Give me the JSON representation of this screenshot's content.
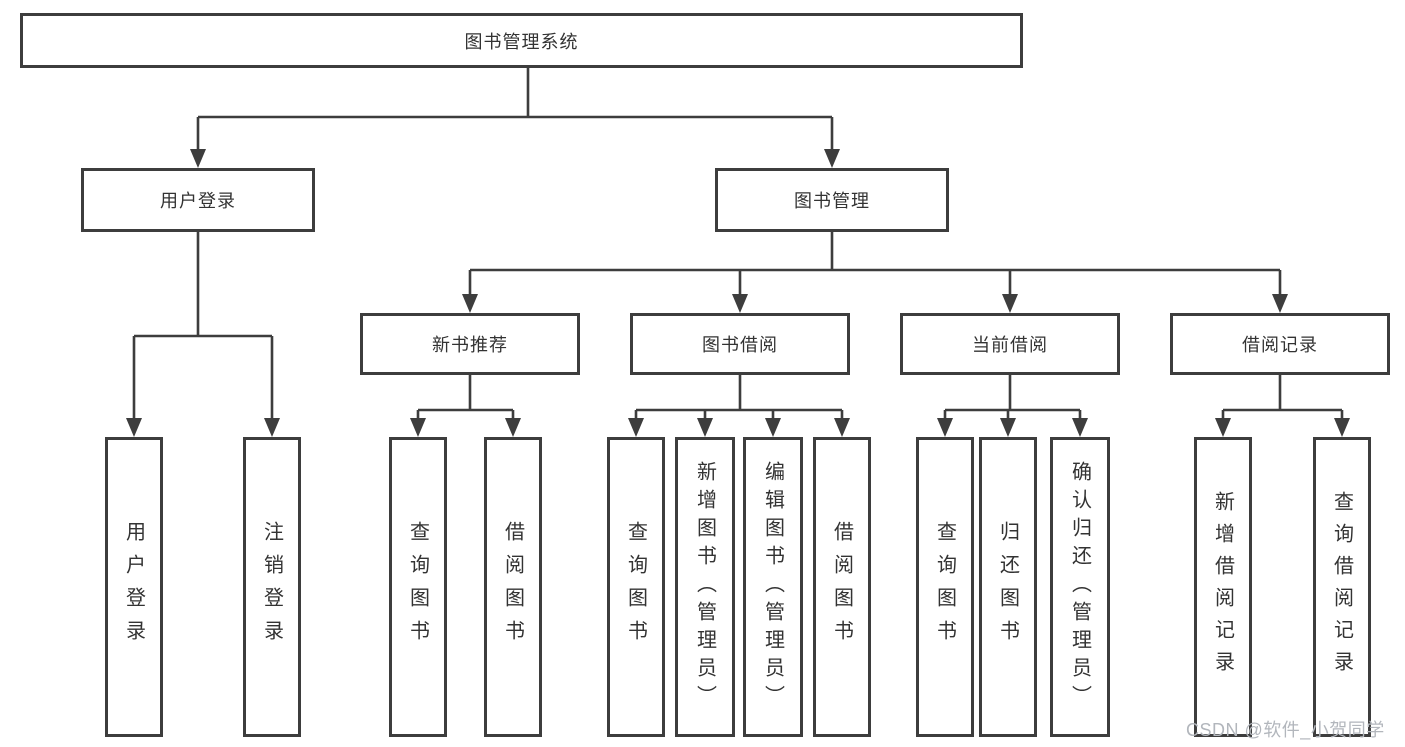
{
  "diagram": {
    "title_node": "图书管理系统",
    "user_login": {
      "label": "用户登录",
      "children": [
        {
          "label": "用户登录"
        },
        {
          "label": "注销登录"
        }
      ]
    },
    "book_mgmt": {
      "label": "图书管理",
      "groups": [
        {
          "label": "新书推荐",
          "children": [
            {
              "label": "查询图书"
            },
            {
              "label": "借阅图书"
            }
          ]
        },
        {
          "label": "图书借阅",
          "children": [
            {
              "label": "查询图书"
            },
            {
              "label": "新增图书（管理员）"
            },
            {
              "label": "编辑图书（管理员）"
            },
            {
              "label": "借阅图书"
            }
          ]
        },
        {
          "label": "当前借阅",
          "children": [
            {
              "label": "查询图书"
            },
            {
              "label": "归还图书"
            },
            {
              "label": "确认归还（管理员）"
            }
          ]
        },
        {
          "label": "借阅记录",
          "children": [
            {
              "label": "新增借阅记录"
            },
            {
              "label": "查询借阅记录"
            }
          ]
        }
      ]
    },
    "watermark": "CSDN @软件_小贺同学",
    "colors": {
      "line": "#3d3d3d",
      "border": "#3d3d3d",
      "text": "#333333",
      "background": "#ffffff",
      "watermark": "#b2b6bc"
    }
  }
}
